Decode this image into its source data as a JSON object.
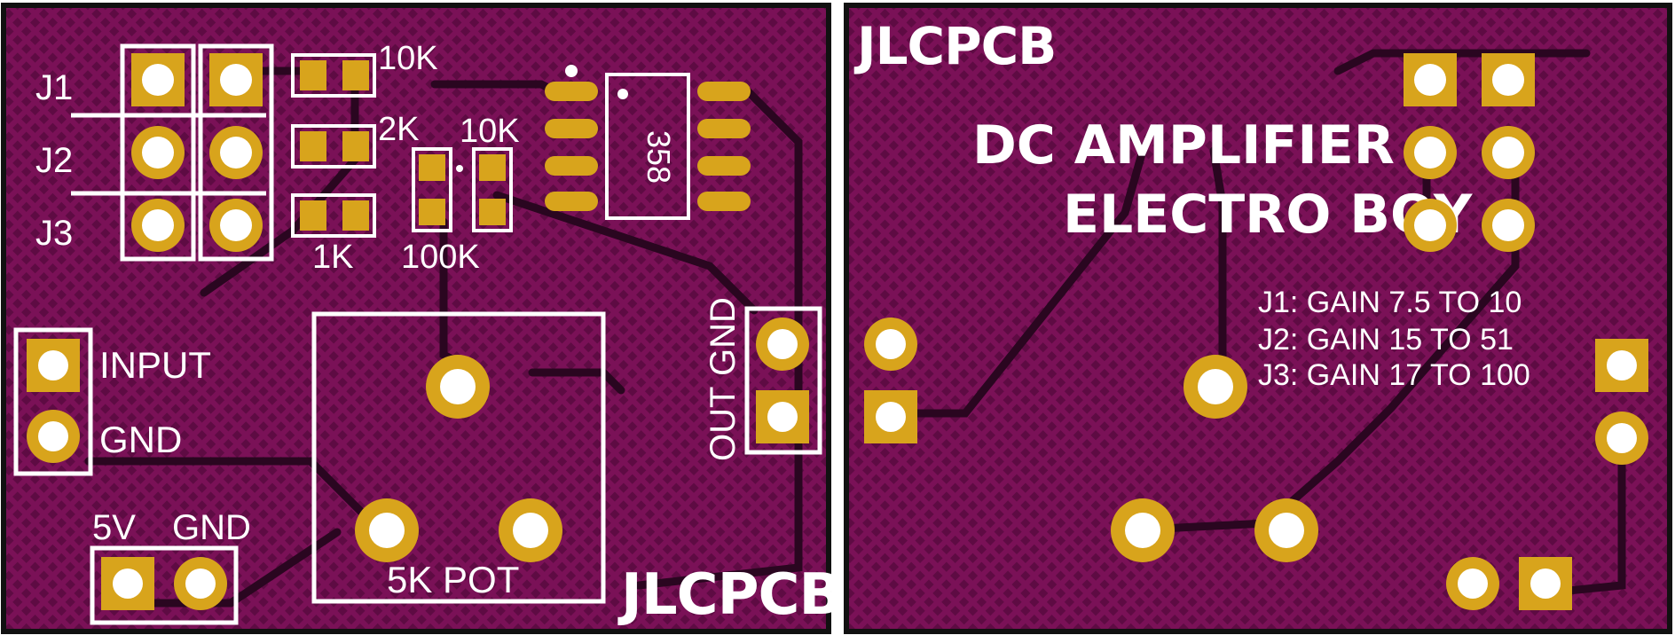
{
  "colors": {
    "board": "#7a1157",
    "board_dark": "#5a0a3e",
    "pad": "#d8a41c",
    "hole": "#ffffff",
    "silkscreen": "#ffffff",
    "trace": "#2a0620",
    "outline": "#111111"
  },
  "front": {
    "logo": "JLCPCB",
    "jumper_labels": [
      "J1",
      "J2",
      "J3"
    ],
    "resistors": {
      "r1": "10K",
      "r2": "2K",
      "r3": "1K",
      "r4": "10K",
      "r5": "100K"
    },
    "ic_label": "358",
    "input_label": "INPUT",
    "input_gnd_label": "GND",
    "power_label_5v": "5V",
    "power_label_gnd": "GND",
    "pot_label": "5K POT",
    "output_label_out": "OUT",
    "output_label_gnd": "GND"
  },
  "back": {
    "logo": "JLCPCB",
    "title_line1": "DC AMPLIFIER",
    "title_line2": "ELECTRO BOY",
    "gain_notes": [
      "J1: GAIN 7.5 TO 10",
      "J2: GAIN 15 TO 51",
      "J3: GAIN 17 TO 100"
    ]
  },
  "icons": [
    "through-hole-pad-icon",
    "smd-pad-icon",
    "pin1-dot-icon"
  ]
}
